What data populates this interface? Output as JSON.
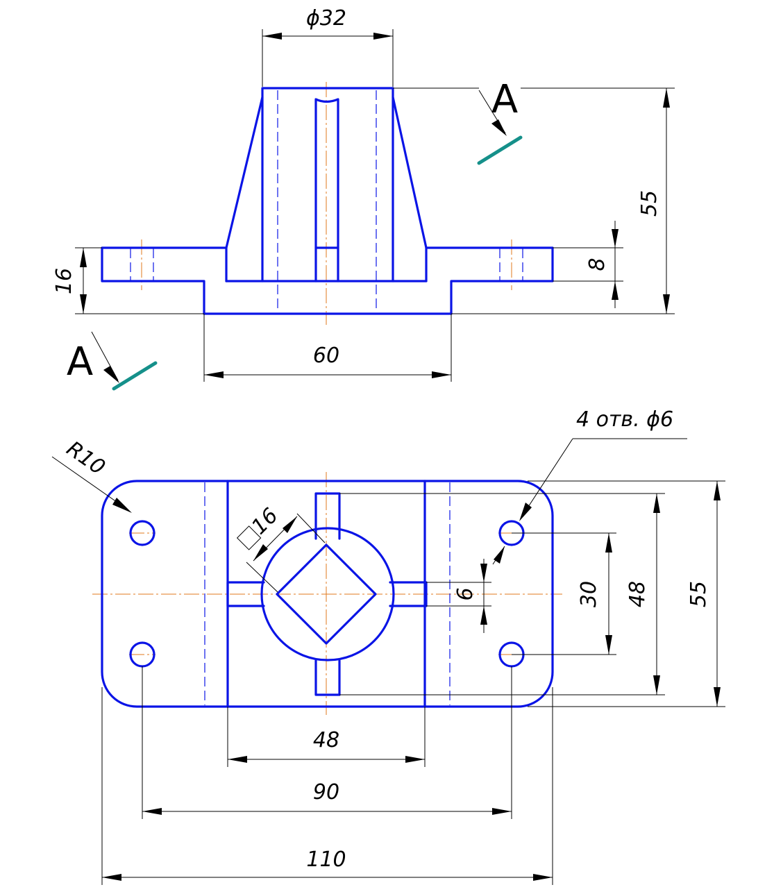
{
  "dimensions": {
    "top_diameter": "ϕ32",
    "total_height": "55",
    "flange_thickness": "8",
    "base_height": "16",
    "base_width": "60",
    "hole_note": "4 отв. ϕ6",
    "corner_radius": "R10",
    "square": "16",
    "slot_width": "6",
    "hole_spacing_y": "30",
    "slot_extent": "48",
    "plate_height": "55",
    "boss_width": "48",
    "hole_spacing_x": "90",
    "plate_width": "110"
  },
  "section_label_top": "A",
  "section_label_bottom": "A",
  "colors": {
    "object": "#0a14e6",
    "centerline": "#e07a1e",
    "cut_plane": "#15908a",
    "dimension": "#000000"
  }
}
